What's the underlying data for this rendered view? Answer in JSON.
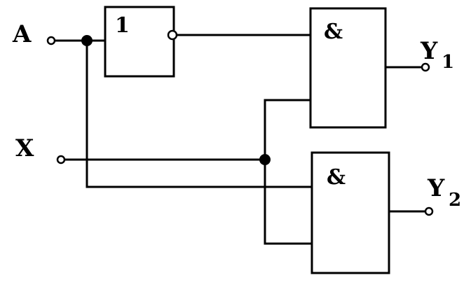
{
  "inputs": {
    "a_label": "A",
    "x_label": "X"
  },
  "gates": {
    "not_symbol": "1",
    "and1_symbol": "&",
    "and2_symbol": "&"
  },
  "outputs": {
    "y1_letter": "Y",
    "y1_index": "1",
    "y2_letter": "Y",
    "y2_index": "2"
  }
}
